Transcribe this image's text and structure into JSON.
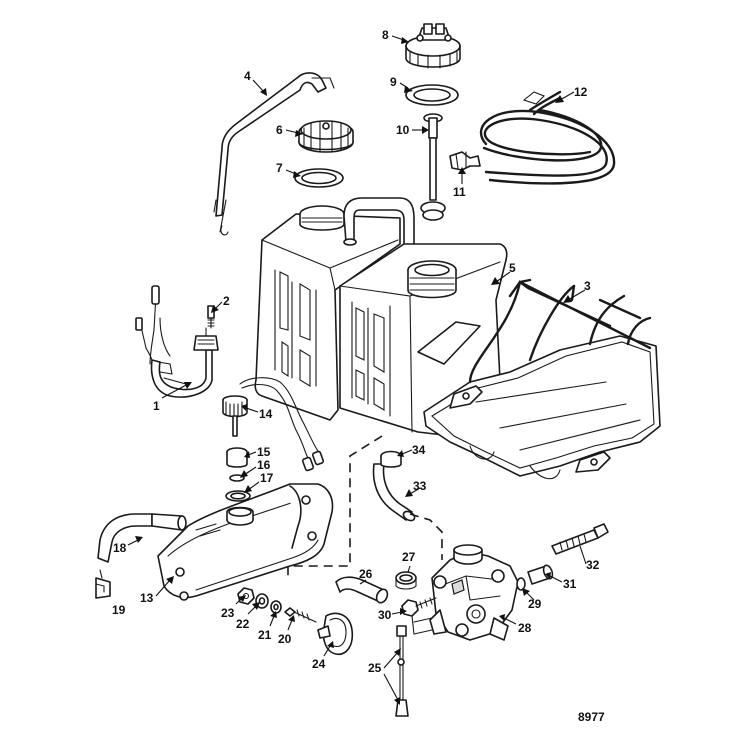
{
  "figure_number": "8977",
  "callouts": [
    "1",
    "2",
    "3",
    "4",
    "5",
    "6",
    "7",
    "8",
    "9",
    "10",
    "11",
    "12",
    "13",
    "14",
    "15",
    "16",
    "17",
    "18",
    "19",
    "20",
    "21",
    "22",
    "23",
    "24",
    "25",
    "26",
    "27",
    "28",
    "29",
    "30",
    "31",
    "32",
    "33",
    "34"
  ]
}
